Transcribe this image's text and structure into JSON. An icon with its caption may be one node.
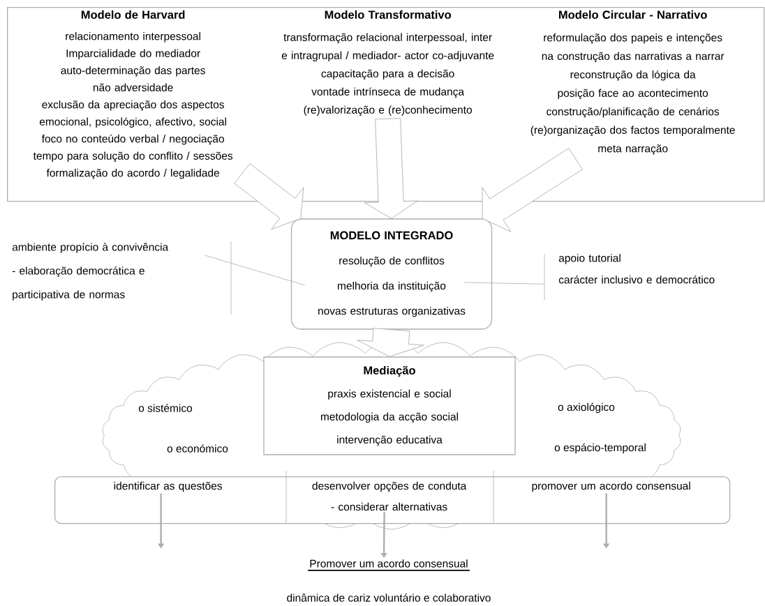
{
  "diagram": {
    "nodes": [
      {
        "text": [],
        "shape": "box"
      },
      {
        "text": [
          "Modelo de Harvard",
          "relacionamento interpessoal",
          "Imparcialidade do mediador",
          "auto-determinação das partes",
          "não adversidade",
          "exclusão da apreciação dos aspectos emocional, psicológico, afectivo, social",
          "foco no conteúdo verbal / negociação",
          "tempo para solução do conflito / sessões",
          "formalização do acordo / legalidade"
        ],
        "in": 0
      },
      {
        "text": [
          "Modelo Transformativo",
          "transformação relacional interpessoal, inter e intragrupal / mediador- actor co-adjuvante",
          "capacitação para a decisão",
          "vontade intrínseca de mudança",
          "(re)valorização e (re)conhecimento"
        ],
        "in": 0
      },
      {
        "text": [
          "Modelo Circular - Narrativo",
          "reformulação dos papeis e intenções na construção das narrativas a narrar",
          "reconstrução da lógica da posição face ao acontecimento",
          "construção/planificação de cenários",
          "(re)organização dos factos temporalmente",
          "meta narração"
        ],
        "in": 0
      },
      {
        "text": [
          "MODELO INTEGRADO",
          "resolução de conflitos",
          "melhoria da instituição",
          "novas estruturas organizativas"
        ]
      },
      {
        "text": [
          "ambiente propício à convivência",
          "- elaboração democrática e participativa de normas"
        ]
      },
      {
        "text": [
          "apoio tutorial",
          "carácter inclusivo e democrático"
        ]
      },
      {
        "text": [
          "o sistémico",
          "o económico",
          "o axiológico",
          "o espácio-temporal"
        ]
      },
      {
        "text": [
          "Mediação",
          "praxis existencial e social",
          "metodologia da acção social",
          "intervenção educativa"
        ],
        "in": 7
      },
      {
        "text": [],
        "shape": "box"
      },
      {
        "text": [
          "identificar as questões"
        ],
        "in": 9
      },
      {
        "text": [
          "desenvolver opções de conduta",
          "- considerar alternativas"
        ],
        "in": 9
      },
      {
        "text": [
          "promover um acordo consensual"
        ],
        "in": 9
      },
      {
        "text": [
          "Promover um acordo consensual"
        ]
      }
    ],
    "edges": [
      {
        "from": 1,
        "to": 4,
        "arrow": "to",
        "style": "thick"
      },
      {
        "from": 2,
        "to": 4,
        "arrow": "to",
        "style": "thick"
      },
      {
        "from": 3,
        "to": 4,
        "arrow": "to",
        "style": "thick"
      },
      {
        "from": 4,
        "to": 8,
        "arrow": "to",
        "style": "thick"
      },
      {
        "from": 5,
        "to": 4,
        "arrow": "none"
      },
      {
        "from": 6,
        "to": 4,
        "arrow": "none"
      },
      {
        "from": 10,
        "to": null,
        "arrow": "to"
      },
      {
        "from": 11,
        "to": 13,
        "arrow": "to"
      },
      {
        "from": 12,
        "to": null,
        "arrow": "to"
      }
    ],
    "labels": [
      "dinâmica de cariz voluntário e colaborativo"
    ]
  }
}
